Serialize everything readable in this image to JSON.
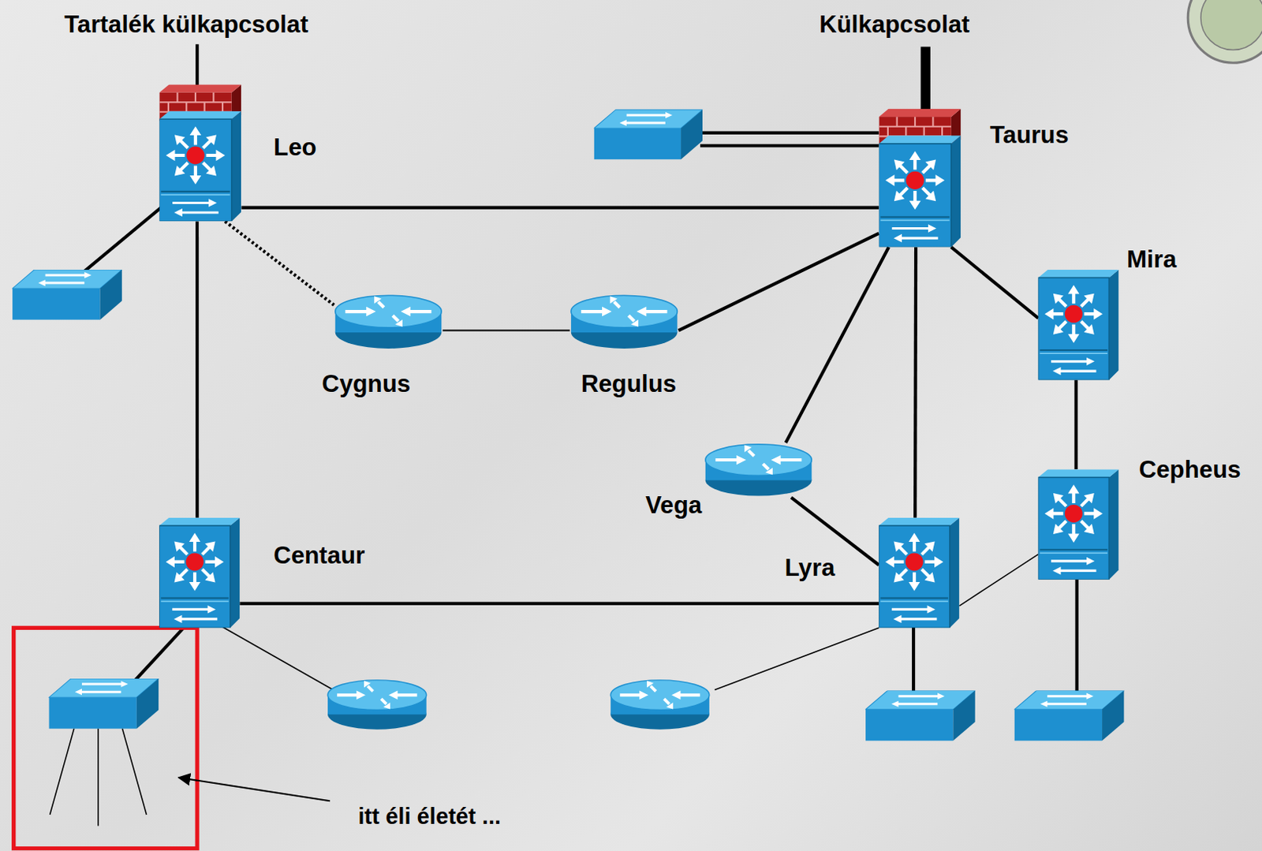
{
  "diagram": {
    "nodes": [
      {
        "text": [
          "Leo"
        ]
      },
      {
        "text": [
          "Taurus"
        ]
      },
      {
        "text": [
          "Mira"
        ]
      },
      {
        "text": [
          "Cygnus"
        ]
      },
      {
        "text": [
          "Regulus"
        ]
      },
      {
        "text": [
          "Cepheus"
        ]
      },
      {
        "text": [
          "Vega"
        ]
      },
      {
        "text": [
          "Centaur"
        ]
      },
      {
        "text": [
          "Lyra"
        ]
      }
    ],
    "edges": [
      {
        "from": 0,
        "to": 1,
        "arrow": "none"
      },
      {
        "from": 0,
        "to": 3,
        "arrow": "none"
      },
      {
        "from": 0,
        "to": 7,
        "arrow": "none"
      },
      {
        "from": 3,
        "to": 4,
        "arrow": "none"
      },
      {
        "from": 4,
        "to": 1,
        "arrow": "none"
      },
      {
        "from": 1,
        "to": 6,
        "arrow": "none"
      },
      {
        "from": 1,
        "to": 8,
        "arrow": "none"
      },
      {
        "from": 1,
        "to": 2,
        "arrow": "none"
      },
      {
        "from": 6,
        "to": 8,
        "arrow": "none"
      },
      {
        "from": 2,
        "to": 5,
        "arrow": "none"
      },
      {
        "from": 7,
        "to": 8,
        "arrow": "none"
      },
      {
        "from": 8,
        "to": 5,
        "arrow": "none"
      }
    ],
    "labels": [
      "Tartalék külkapcsolat",
      "Külkapcsolat",
      "itt éli életét ..."
    ]
  }
}
